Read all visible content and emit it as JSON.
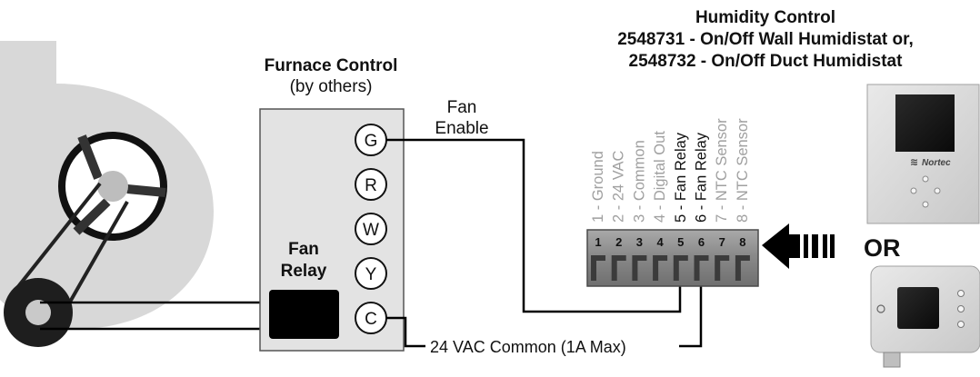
{
  "humidity_control": {
    "title": "Humidity Control",
    "line1": "2548731 - On/Off Wall Humidistat or,",
    "line2": "2548732 - On/Off Duct Humidistat"
  },
  "furnace_control": {
    "title": "Furnace Control",
    "subtitle": "(by others)",
    "terminals": [
      "G",
      "R",
      "W",
      "Y",
      "C"
    ],
    "fan_relay_line1": "Fan",
    "fan_relay_line2": "Relay"
  },
  "wiring": {
    "fan_enable_line1": "Fan",
    "fan_enable_line2": "Enable",
    "common_label": "24 VAC Common (1A Max)"
  },
  "terminal_block": {
    "numbers": [
      "1",
      "2",
      "3",
      "4",
      "5",
      "6",
      "7",
      "8"
    ],
    "labels": [
      "1 - Ground",
      "2 - 24 VAC",
      "3 - Common",
      "4 - Digital Out",
      "5 - Fan Relay",
      "6 - Fan Relay",
      "7 - NTC Sensor",
      "8 - NTC Sensor"
    ],
    "active_terminals": [
      "5",
      "6"
    ]
  },
  "devices": {
    "brand_label": "Nortec",
    "or_label": "OR"
  },
  "colors": {
    "box_fill": "#e3e3e3",
    "panel_gray": "#d7d7d7",
    "block_fill": "#7a7a7a",
    "wire": "#000000",
    "inactive_label": "#a0a0a0",
    "active_label": "#111111"
  }
}
